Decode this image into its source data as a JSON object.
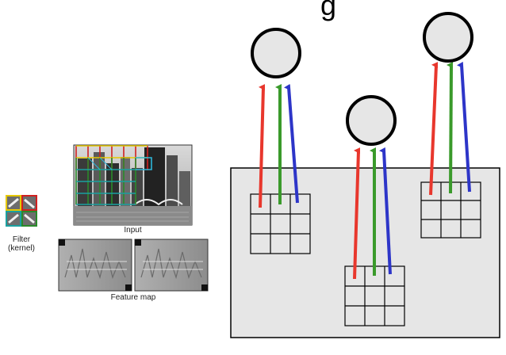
{
  "header_fragment": "g",
  "left_panel": {
    "filter_label_line1": "Filter",
    "filter_label_line2": "(kernel)",
    "input_label": "Input",
    "feature_map_label": "Feature map",
    "filter_border_colors": [
      "#e6c800",
      "#d02020",
      "#1aa0a0",
      "#2a8a2a"
    ]
  },
  "diagram": {
    "input_box_color": "#e6e6e6",
    "neuron_fill": "#e6e6e6",
    "arrow_colors": {
      "red": "#e8372d",
      "green": "#3a9a2b",
      "blue": "#2d35c8"
    },
    "neuron_count": 3,
    "receptive_field_grid": "3x3"
  }
}
